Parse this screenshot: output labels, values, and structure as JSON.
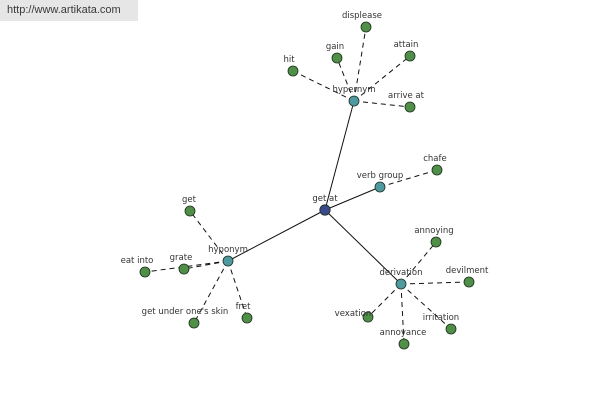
{
  "watermark": "http://www.artikata.com",
  "colors": {
    "center": "#3a4a8a",
    "relation": "#4f9aa0",
    "leaf": "#4f8f47",
    "edge": "#111111",
    "background": "#ffffff"
  },
  "nodes": [
    {
      "id": "get_at",
      "label": "get at",
      "kind": "center"
    },
    {
      "id": "hypernym",
      "label": "hypernym",
      "kind": "relation"
    },
    {
      "id": "verb_group",
      "label": "verb group",
      "kind": "relation"
    },
    {
      "id": "hyponym",
      "label": "hyponym",
      "kind": "relation"
    },
    {
      "id": "derivation",
      "label": "derivation",
      "kind": "relation"
    },
    {
      "id": "displease",
      "label": "displease",
      "kind": "leaf"
    },
    {
      "id": "gain",
      "label": "gain",
      "kind": "leaf"
    },
    {
      "id": "attain",
      "label": "attain",
      "kind": "leaf"
    },
    {
      "id": "hit",
      "label": "hit",
      "kind": "leaf"
    },
    {
      "id": "arrive_at",
      "label": "arrive at",
      "kind": "leaf"
    },
    {
      "id": "chafe",
      "label": "chafe",
      "kind": "leaf"
    },
    {
      "id": "get",
      "label": "get",
      "kind": "leaf"
    },
    {
      "id": "eat_into",
      "label": "eat into",
      "kind": "leaf"
    },
    {
      "id": "grate",
      "label": "grate",
      "kind": "leaf"
    },
    {
      "id": "get_under",
      "label": "get under one's skin",
      "kind": "leaf"
    },
    {
      "id": "fret",
      "label": "fret",
      "kind": "leaf"
    },
    {
      "id": "annoying",
      "label": "annoying",
      "kind": "leaf"
    },
    {
      "id": "devilment",
      "label": "devilment",
      "kind": "leaf"
    },
    {
      "id": "vexation",
      "label": "vexation",
      "kind": "leaf"
    },
    {
      "id": "irritation",
      "label": "irritation",
      "kind": "leaf"
    },
    {
      "id": "annoyance",
      "label": "annoyance",
      "kind": "leaf"
    }
  ],
  "edges": [
    {
      "from": "get_at",
      "to": "hypernym",
      "style": "solid"
    },
    {
      "from": "get_at",
      "to": "verb_group",
      "style": "solid"
    },
    {
      "from": "get_at",
      "to": "hyponym",
      "style": "solid"
    },
    {
      "from": "get_at",
      "to": "derivation",
      "style": "solid"
    },
    {
      "from": "hypernym",
      "to": "displease",
      "style": "dashed"
    },
    {
      "from": "hypernym",
      "to": "gain",
      "style": "dashed"
    },
    {
      "from": "hypernym",
      "to": "attain",
      "style": "dashed"
    },
    {
      "from": "hypernym",
      "to": "hit",
      "style": "dashed"
    },
    {
      "from": "hypernym",
      "to": "arrive_at",
      "style": "dashed"
    },
    {
      "from": "verb_group",
      "to": "chafe",
      "style": "dashed"
    },
    {
      "from": "hyponym",
      "to": "get",
      "style": "dashed"
    },
    {
      "from": "hyponym",
      "to": "eat_into",
      "style": "dashed"
    },
    {
      "from": "hyponym",
      "to": "grate",
      "style": "dashed"
    },
    {
      "from": "hyponym",
      "to": "get_under",
      "style": "dashed"
    },
    {
      "from": "hyponym",
      "to": "fret",
      "style": "dashed"
    },
    {
      "from": "derivation",
      "to": "annoying",
      "style": "dashed"
    },
    {
      "from": "derivation",
      "to": "devilment",
      "style": "dashed"
    },
    {
      "from": "derivation",
      "to": "vexation",
      "style": "dashed"
    },
    {
      "from": "derivation",
      "to": "irritation",
      "style": "dashed"
    },
    {
      "from": "derivation",
      "to": "annoyance",
      "style": "dashed"
    }
  ]
}
